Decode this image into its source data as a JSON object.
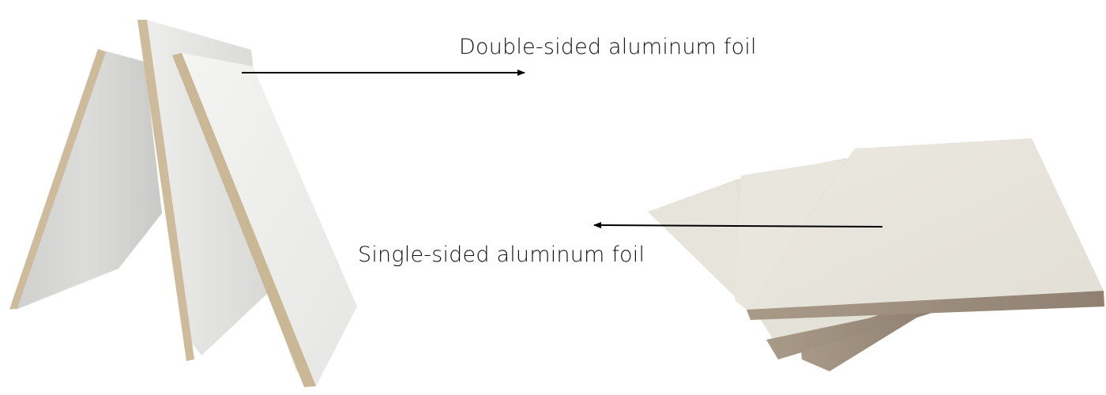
{
  "annotations": {
    "double_sided": {
      "label": "Double-sided aluminum foil",
      "arrow_direction": "right"
    },
    "single_sided": {
      "label": "Single-sided aluminum foil",
      "arrow_direction": "left"
    }
  },
  "colors": {
    "background": "#ffffff",
    "foil_face_white": "#efefed",
    "foil_face_gray": "#d6d6d4",
    "foil_face_cream": "#e6e3da",
    "board_edge_beige": "#cdbb9c",
    "board_edge_taupe": "#9e8f80",
    "arrow": "#000000",
    "text": "#111111"
  },
  "images": {
    "left_group": "three standing boards with double-sided aluminum foil",
    "right_group": "three stacked boards with single-sided aluminum foil"
  }
}
